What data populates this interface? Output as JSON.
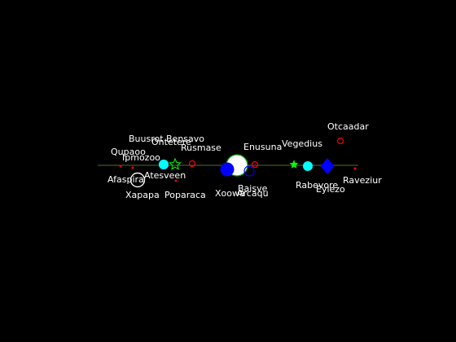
{
  "colors": {
    "background": "#000000",
    "axis_line": "#556b2f",
    "label": "#ffffff",
    "cyan": "#00ffff",
    "blue": "#0000ff",
    "red": "#ff0000",
    "green": "#00ff00",
    "white": "#ffffff"
  },
  "chart_data": {
    "type": "scatter",
    "title": "",
    "xlabel": "",
    "ylabel": "",
    "axes_visible": false,
    "grid": false,
    "baseline": true,
    "points": [
      {
        "label": "Otcaadar",
        "marker": "circle-open",
        "color": "#ff0000",
        "size": "small"
      },
      {
        "label": "Vegedius",
        "marker": "star-filled",
        "color": "#00ff00",
        "size": "small"
      },
      {
        "label": "Enusuna",
        "marker": "circle-open",
        "color": "#ff0000",
        "size": "small"
      },
      {
        "label": "Rusmase",
        "marker": "circle-open",
        "color": "#ff0000",
        "size": "small"
      },
      {
        "label": "Bensavo",
        "marker": "star-open",
        "color": "#00ff00",
        "size": "medium"
      },
      {
        "label": "Buusrot",
        "marker": "none",
        "color": "#ffffff",
        "size": "none"
      },
      {
        "label": "Ontetere",
        "marker": "circle-filled",
        "color": "#00ffff",
        "size": "medium"
      },
      {
        "label": "Qupaoo",
        "marker": "dot",
        "color": "#ff0000",
        "size": "tiny"
      },
      {
        "label": "Ipmozoo",
        "marker": "dot",
        "color": "#ff0000",
        "size": "tiny"
      },
      {
        "label": "Atesveen",
        "marker": "circle-filled",
        "color": "#00ffff",
        "size": "medium"
      },
      {
        "label": "Afaspira",
        "marker": "circle-open",
        "color": "#ffffff",
        "size": "large"
      },
      {
        "label": "Xapapa",
        "marker": "circle-open",
        "color": "#ffffff",
        "size": "large"
      },
      {
        "label": "Poparaca",
        "marker": "dot",
        "color": "#ff0000",
        "size": "tiny"
      },
      {
        "label": "Xoowa",
        "marker": "circle-filled",
        "color": "#0000ff",
        "size": "large"
      },
      {
        "label": "Baisve",
        "marker": "circle-open",
        "color": "#ffffff",
        "size": "xlarge"
      },
      {
        "label": "Arcaqu",
        "marker": "circle-open",
        "color": "#0000ff",
        "size": "medium"
      },
      {
        "label": "Rabevore",
        "marker": "circle-filled",
        "color": "#00ffff",
        "size": "medium"
      },
      {
        "label": "Eylezo",
        "marker": "diamond-filled",
        "color": "#0000ff",
        "size": "large"
      },
      {
        "label": "Raveziur",
        "marker": "dot",
        "color": "#ff0000",
        "size": "tiny"
      }
    ]
  }
}
